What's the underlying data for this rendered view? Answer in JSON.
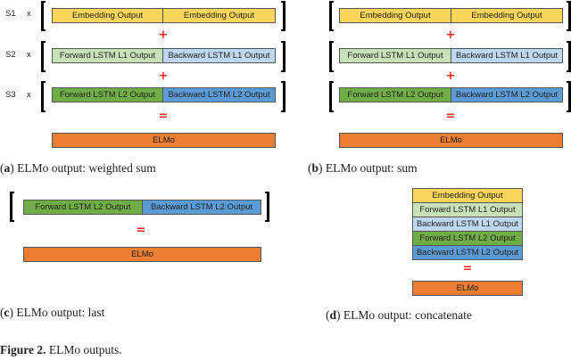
{
  "scalars": {
    "s1": "S1",
    "s2": "S2",
    "s3": "S3",
    "times": "x"
  },
  "labels": {
    "embedding": "Embedding Output",
    "forward_l1": "Forward LSTM L1 Output",
    "backward_l1": "Backward LSTM L1 Output",
    "forward_l2": "Forward LSTM L2 Output",
    "backward_l2": "Backward LSTM L2 Output",
    "elmo": "ELMo"
  },
  "operators": {
    "plus": "+",
    "equals": "="
  },
  "captions": {
    "a": {
      "letter": "a",
      "text": " ELMo output: weighted sum"
    },
    "b": {
      "letter": "b",
      "text": " ELMo output: sum"
    },
    "c": {
      "letter": "c",
      "text": " ELMo output: last"
    },
    "d": {
      "letter": "d",
      "text": " ELMo output: concatenate"
    }
  },
  "figure": {
    "label": "Figure 2.",
    "text": " ELMo outputs."
  },
  "colors": {
    "embedding": "#fcd65a",
    "forward_l1": "#c9e1b6",
    "backward_l1": "#bdd7ee",
    "forward_l2": "#70ad47",
    "backward_l2": "#5b9bd5",
    "elmo": "#ed7d31",
    "operator": "#e8261b"
  }
}
